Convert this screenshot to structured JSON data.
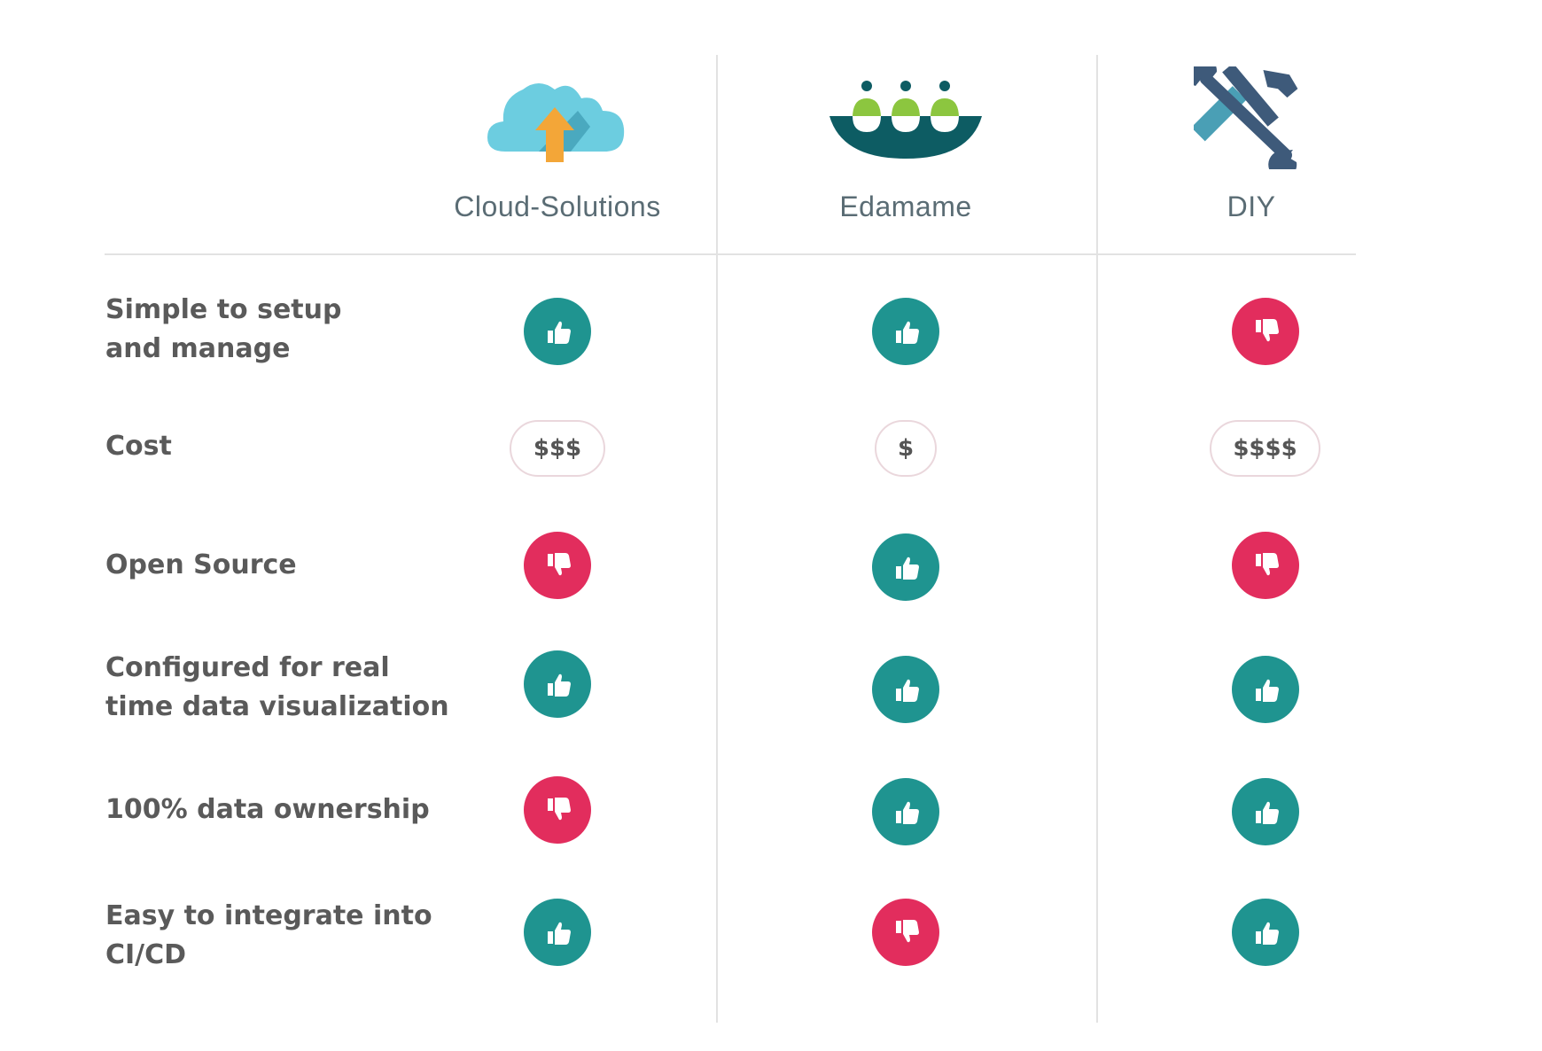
{
  "columns": [
    {
      "id": "cloud",
      "name": "Cloud-Solutions",
      "icon": "cloud-upload-icon"
    },
    {
      "id": "edamame",
      "name": "Edamame",
      "icon": "edamame-logo-icon"
    },
    {
      "id": "diy",
      "name": "DIY",
      "icon": "wrench-hammer-icon"
    }
  ],
  "rows": [
    {
      "label": "Simple to setup\nand manage",
      "values": [
        "up",
        "up",
        "down"
      ]
    },
    {
      "label": "Cost",
      "values": [
        "$$$",
        "$",
        "$$$$"
      ]
    },
    {
      "label": "Open Source",
      "values": [
        "down",
        "up",
        "down"
      ]
    },
    {
      "label": "Configured for real\ntime data visualization",
      "values": [
        "up",
        "up",
        "up"
      ]
    },
    {
      "label": "100% data ownership",
      "values": [
        "down",
        "up",
        "up"
      ]
    },
    {
      "label": "Easy to integrate into\nCI/CD",
      "values": [
        "up",
        "down",
        "up"
      ]
    }
  ],
  "colors": {
    "thumbs_up": "#1f9490",
    "thumbs_down": "#e22d5d",
    "header_text": "#5a6c74",
    "label_text": "#5a5a5a"
  }
}
